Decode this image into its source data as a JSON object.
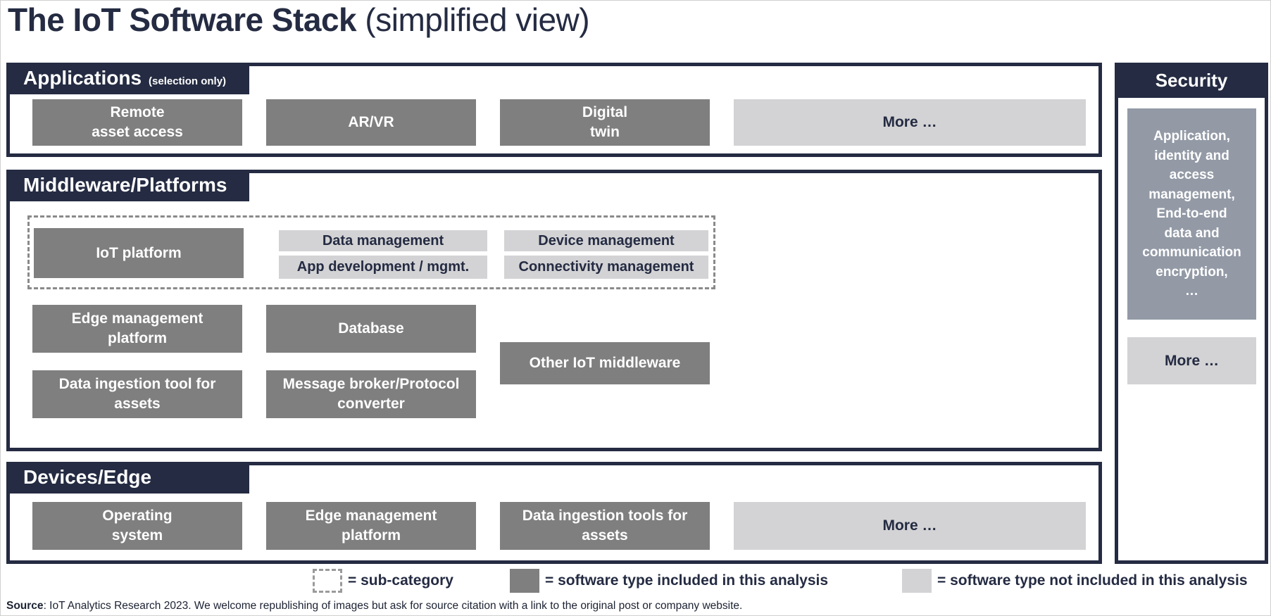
{
  "title": {
    "main": "The IoT Software Stack",
    "suffix": " (simplified view)"
  },
  "applications": {
    "title": "Applications",
    "subtitle": "(selection only)",
    "boxes": [
      {
        "label": "Remote\nasset access"
      },
      {
        "label": "AR/VR"
      },
      {
        "label": "Digital\ntwin"
      },
      {
        "label": "More …"
      }
    ]
  },
  "middleware": {
    "title": "Middleware/Platforms",
    "subcategory": {
      "platform": "IoT platform",
      "items": [
        "Data management",
        "App development / mgmt.",
        "Device management",
        "Connectivity management"
      ]
    },
    "boxes": {
      "edge": "Edge management\nplatform",
      "database": "Database",
      "other": "Other IoT middleware",
      "ingestion": "Data ingestion tool for\nassets",
      "broker": "Message broker/Protocol\nconverter"
    }
  },
  "devices": {
    "title": "Devices/Edge",
    "boxes": [
      {
        "label": "Operating\nsystem"
      },
      {
        "label": "Edge management\nplatform"
      },
      {
        "label": "Data ingestion tools for\nassets"
      },
      {
        "label": "More …"
      }
    ]
  },
  "security": {
    "title": "Security",
    "box": "Application,\nidentity and\naccess\nmanagement,\nEnd-to-end\ndata and\ncommunication\nencryption,\n…",
    "more": "More …"
  },
  "legend": {
    "subcategory": "= sub-category",
    "included": "= software type included in this analysis",
    "not_included": "= software type not included in this analysis"
  },
  "source": {
    "label": "Source",
    "text": ": IoT Analytics Research 2023. We welcome republishing of images but ask for source citation with a link to the original post or company website."
  },
  "colors": {
    "navy": "#242B42",
    "included_gray": "#7F7F7F",
    "not_included_gray": "#D3D3D5",
    "security_gray": "#939AA6",
    "dashed_border": "#8A8A8A"
  }
}
